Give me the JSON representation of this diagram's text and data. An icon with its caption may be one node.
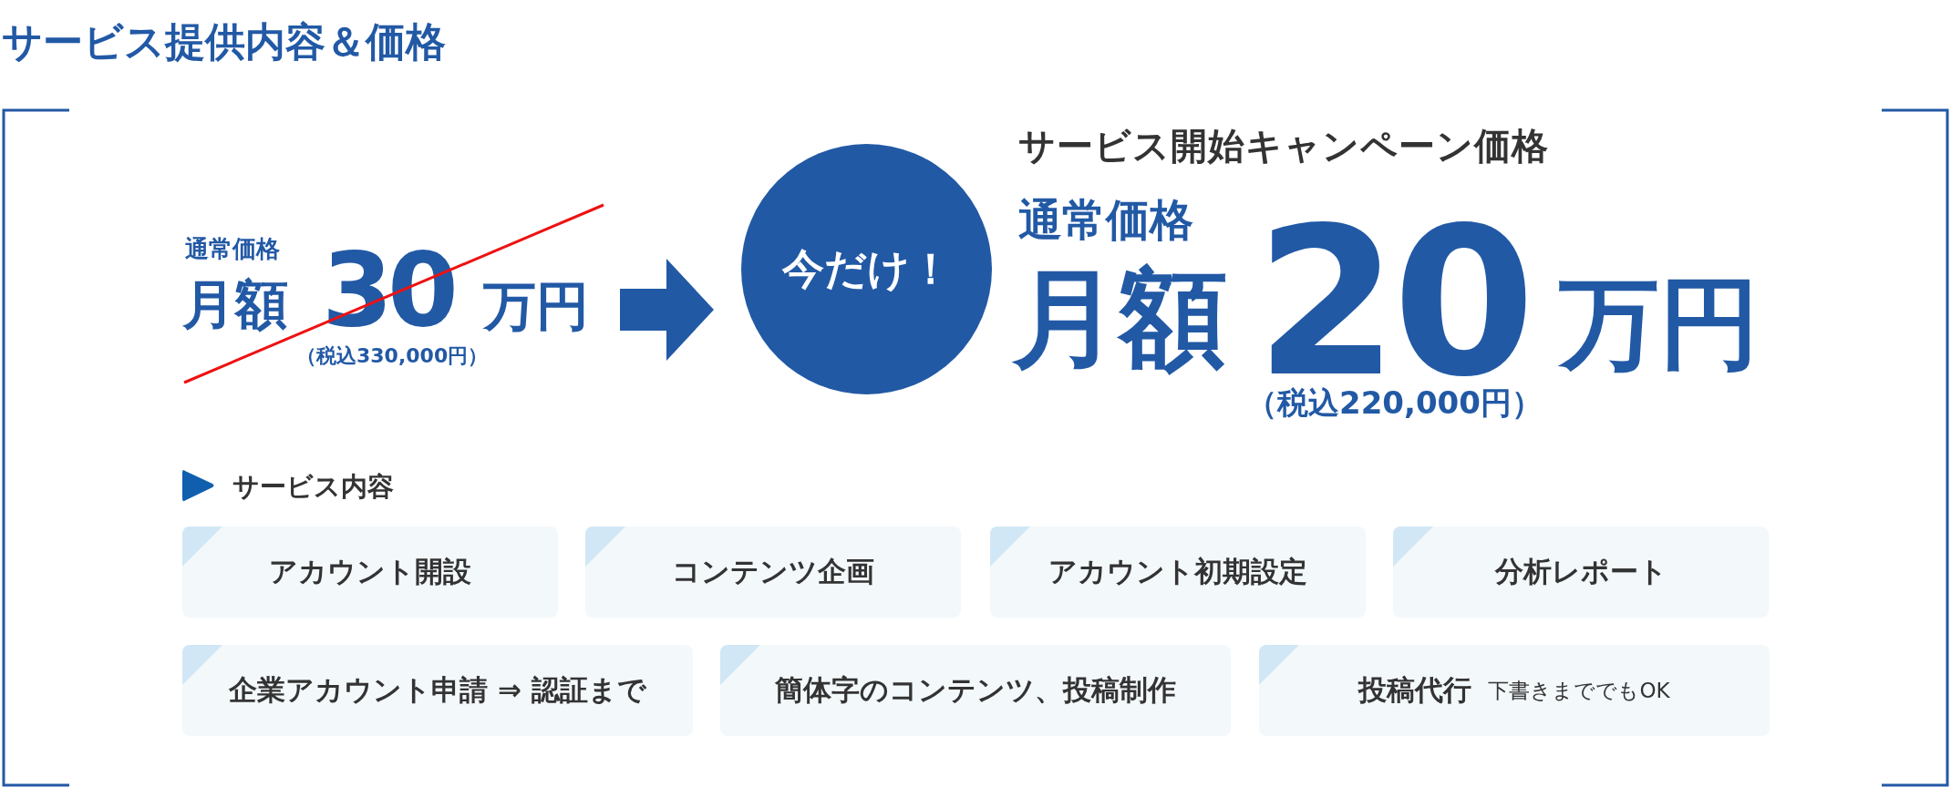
{
  "diagram": {
    "title": "サービス提供内容＆価格",
    "nodes": [
      {
        "text": [
          "通常価格",
          "月額",
          "30",
          "万円",
          "（税込330,000円）"
        ]
      },
      {
        "text": [
          "今だけ！"
        ]
      },
      {
        "text": [
          "サービス開始キャンペーン価格",
          "通常価格",
          "月額",
          "20",
          "万円",
          "（税込220,000円）"
        ]
      },
      {
        "text": [
          "アカウント開設"
        ]
      },
      {
        "text": [
          "コンテンツ企画"
        ]
      },
      {
        "text": [
          "アカウント初期設定"
        ]
      },
      {
        "text": [
          "分析レポート"
        ]
      },
      {
        "text": [
          "企業アカウント申請 ⇒ 認証まで"
        ]
      },
      {
        "text": [
          "簡体字のコンテンツ、投稿制作"
        ]
      },
      {
        "text": [
          "投稿代行",
          "下書きまででもOK"
        ]
      }
    ],
    "edges": [
      {
        "from": 0,
        "to": 1,
        "arrow": "to"
      }
    ],
    "labels": [
      "サービス内容"
    ]
  }
}
